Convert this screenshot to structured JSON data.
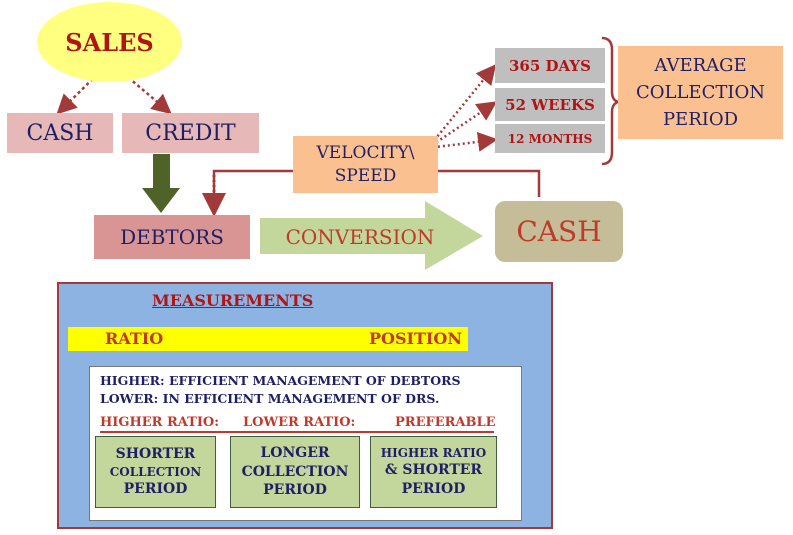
{
  "nodes": {
    "sales": "SALES",
    "cash_left": "CASH",
    "credit": "CREDIT",
    "debtors": "DEBTORS",
    "conversion": "CONVERSION",
    "cash_right": "CASH",
    "velocity_line1": "VELOCITY\\",
    "velocity_line2": "SPEED",
    "period_365": "365 DAYS",
    "period_52": "52 WEEKS",
    "period_12": "12 MONTHS",
    "acp_line1": "AVERAGE",
    "acp_line2": "COLLECTION",
    "acp_line3": "PERIOD"
  },
  "measurements": {
    "title": "MEASUREMENTS",
    "ratio_label": "RATIO",
    "position_label": "POSITION",
    "higher_line": "HIGHER: EFFICIENT MANAGEMENT OF DEBTORS",
    "lower_line": "LOWER: IN EFFICIENT MANAGEMENT OF DRS.",
    "head_higher": "HIGHER RATIO:",
    "head_lower": "LOWER RATIO:",
    "head_preferable": "PREFERABLE",
    "box1": [
      "SHORTER",
      "COLLECTION",
      "PERIOD"
    ],
    "box2": [
      "LONGER",
      "COLLECTION",
      "PERIOD"
    ],
    "box3": [
      "HIGHER RATIO",
      "& SHORTER",
      "PERIOD"
    ]
  },
  "colors": {
    "title_red": "#b01515",
    "text_navy": "#1f1f66",
    "connector": "#a33a3a",
    "arrow_green": "#4f6228",
    "conversion_arrow": "#c3d69b"
  }
}
